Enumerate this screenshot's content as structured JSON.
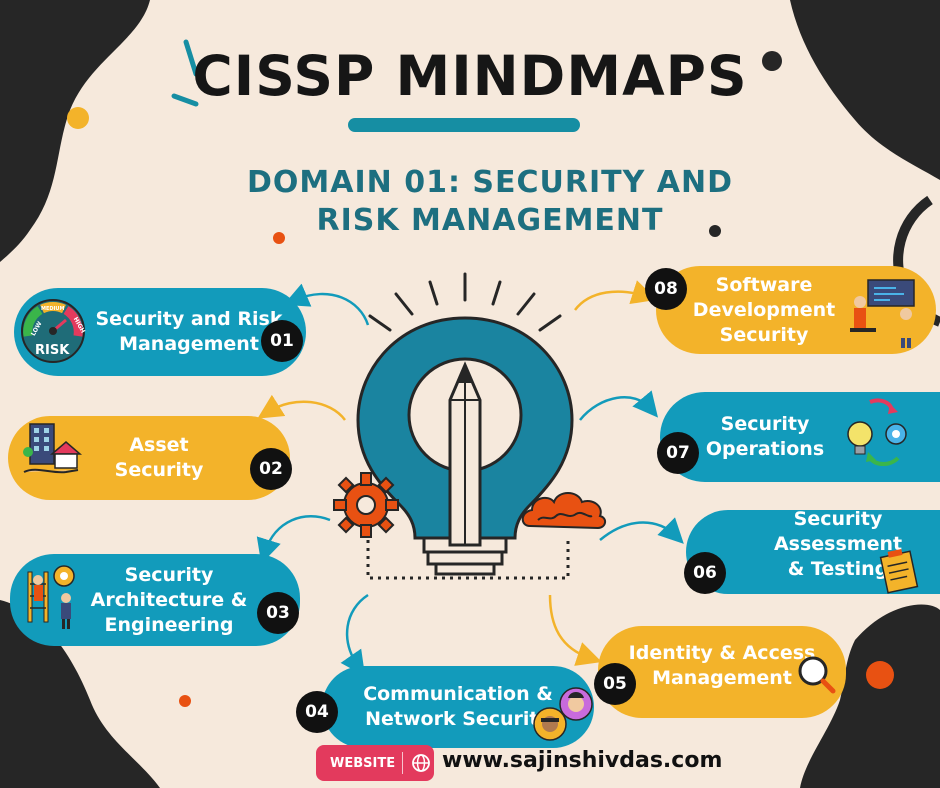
{
  "header": {
    "title": "CISSP MINDMAPS",
    "subtitle_line1": "DOMAIN 01: SECURITY AND",
    "subtitle_line2": "RISK MANAGEMENT"
  },
  "domains": [
    {
      "number": "01",
      "line1": "Security and Risk",
      "line2": "Management",
      "color": "#129bbb"
    },
    {
      "number": "02",
      "line1": "Asset",
      "line2": "Security",
      "color": "#f3b32a"
    },
    {
      "number": "03",
      "line1": "Security",
      "line2": "Architecture &",
      "line3": "Engineering",
      "color": "#129bbb"
    },
    {
      "number": "04",
      "line1": "Communication &",
      "line2": "Network Security",
      "color": "#129bbb"
    },
    {
      "number": "05",
      "line1": "Identity & Access",
      "line2": "Management",
      "color": "#f3b32a"
    },
    {
      "number": "06",
      "line1": "Security Assessment",
      "line2": "& Testing",
      "color": "#129bbb"
    },
    {
      "number": "07",
      "line1": "Security",
      "line2": "Operations",
      "color": "#129bbb"
    },
    {
      "number": "08",
      "line1": "Software",
      "line2": "Development",
      "line3": "Security",
      "color": "#f3b32a"
    }
  ],
  "risk_gauge": {
    "low": "LOW",
    "medium": "MEDIUM",
    "high": "HIGH",
    "risk": "RISK"
  },
  "footer": {
    "badge_label": "WEBSITE",
    "url": "www.sajinshivdas.com"
  },
  "colors": {
    "background": "#f6e9dc",
    "blue": "#129bbb",
    "yellow": "#f3b32a",
    "dark": "#161616",
    "teal_text": "#1d6f80",
    "accent_orange": "#e85112",
    "badge": "#e33a5d"
  }
}
